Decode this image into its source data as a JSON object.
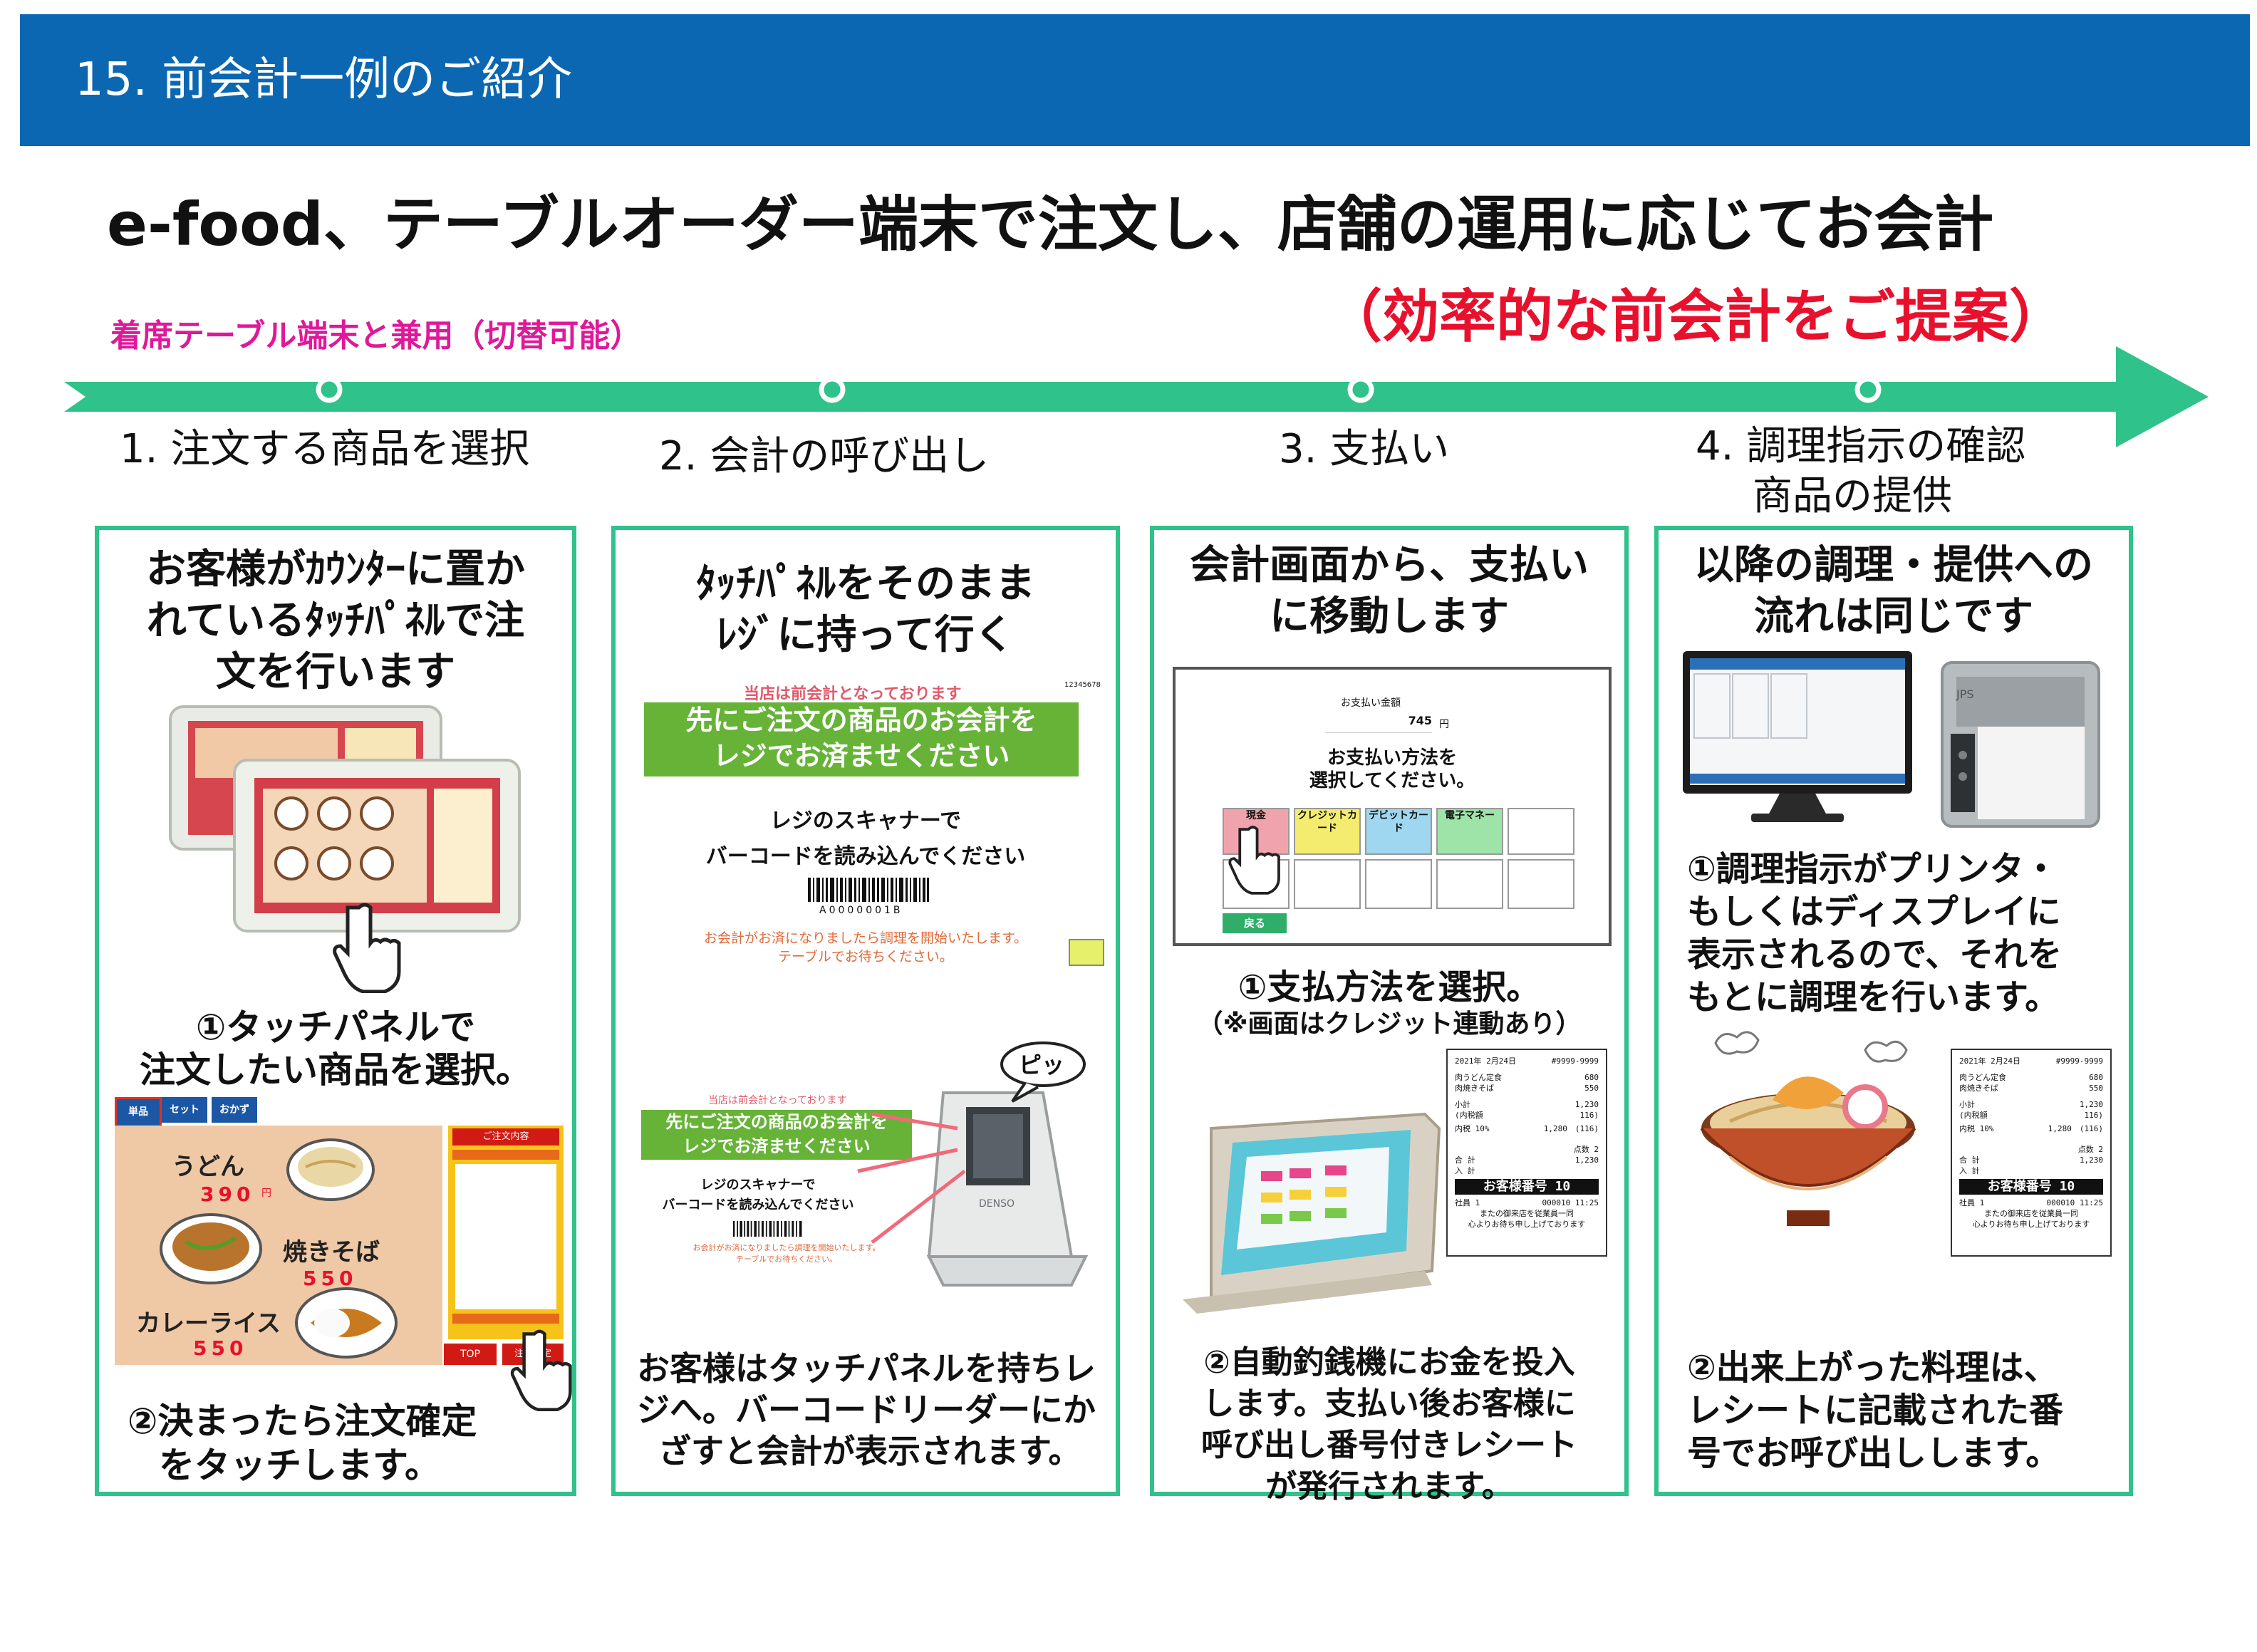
{
  "header": {
    "title": "15. 前会計一例のご紹介"
  },
  "main_title": "e-food、テーブルオーダー端末で注文し、店舗の運用に応じてお会計",
  "subtitle": "（効率的な前会計をご提案）",
  "shared_note": "着席テーブル端末と兼用（切替可能）",
  "steps": [
    {
      "label": "1. 注文する商品を選択"
    },
    {
      "label": "2. 会計の呼び出し"
    },
    {
      "label": "3. 支払い"
    },
    {
      "label": "4. 調理指示の確認",
      "label2": "商品の提供"
    }
  ],
  "card1": {
    "heading": [
      "お客様がｶｳﾝﾀｰに置か",
      "れているﾀｯﾁﾊﾟﾈﾙで注",
      "文を行います"
    ],
    "caption1": [
      "①タッチパネルで",
      "注文したい商品を選択。"
    ],
    "caption2": [
      "②決まったら注文確定",
      "をタッチします。"
    ],
    "menu": {
      "tabs": [
        "単品",
        "セット",
        "おかず"
      ],
      "items": [
        {
          "name": "うどん",
          "price": "390"
        },
        {
          "name": "焼きそば",
          "price": "550"
        },
        {
          "name": "カレーライス",
          "price": "550"
        }
      ],
      "order_header": "ご注文内容",
      "buttons": [
        "TOP",
        "注文確定"
      ],
      "price_unit": "円"
    }
  },
  "card2": {
    "heading": [
      "ﾀｯﾁﾊﾟﾈﾙをそのまま",
      "ﾚｼﾞに持って行く"
    ],
    "notice": "当店は前会計となっております",
    "corner": "12345678",
    "banner": [
      "先にご注文の商品のお会計を",
      "レジでお済ませください"
    ],
    "scan_text": [
      "レジのスキャナーで",
      "バーコードを読み込んでください"
    ],
    "barcode_num": "A0000001B",
    "small_text": [
      "お会計がお済になりましたら調理を開始いたします。",
      "テーブルでお待ちください。"
    ],
    "pip": "ピッ",
    "scanner_brand": "DENSO",
    "caption": [
      "お客様はタッチパネルを持ちレ",
      "ジへ。バーコードリーダーにか",
      "ざすと会計が表示されます。"
    ]
  },
  "card3": {
    "heading": [
      "会計画面から、支払い",
      "に移動します"
    ],
    "screen": {
      "amount_label": "お支払い金額",
      "amount": "745",
      "yen": "円",
      "prompt": [
        "お支払い方法を",
        "選択してください。"
      ],
      "methods": [
        "現金",
        "クレジットカード",
        "デビットカード",
        "電子マネー"
      ],
      "back": "戻る"
    },
    "caption1": "①支払方法を選択。",
    "caption1_note": "（※画面はクレジット連動あり）",
    "caption2": [
      "②自動釣銭機にお金を投入",
      "します。支払い後お客様に",
      "呼び出し番号付きレシート",
      "が発行されます。"
    ]
  },
  "card4": {
    "heading": [
      "以降の調理・提供への",
      "流れは同じです"
    ],
    "printer_brand": "JPS",
    "caption1": [
      "①調理指示がプリンタ・",
      "もしくはディスプレイに",
      "表示されるので、それを",
      "もとに調理を行います。"
    ],
    "caption2": [
      "②出来上がった料理は、",
      "レシートに記載された番",
      "号でお呼び出しします。"
    ]
  },
  "receipt": {
    "date": "2021年 2月24日",
    "no": "#9999-9999",
    "items": [
      {
        "name": "肉うどん定食",
        "price": "680"
      },
      {
        "name": "肉焼きそば",
        "price": "550"
      }
    ],
    "subtotal_label": "小計",
    "subtotal": "1,230",
    "tax_in_label": "(内税額",
    "tax_in": "116)",
    "tax_label": "内税 10%",
    "tax_value": "1,280　(116)",
    "count_label": "点数",
    "count": "2",
    "total_label": "合 計",
    "total": "1,230",
    "deposit_label": "入 計",
    "call_number": "お客様番号 10",
    "staff": "社員 1",
    "ref": "000010 11:25",
    "footer": [
      "またの御来店を従業員一同",
      "心よりお待ち申し上げております"
    ]
  },
  "colors": {
    "header_blue": "#0b67b2",
    "accent_green": "#2fc28a",
    "subtitle_red": "#e8112d",
    "note_pink": "#e0189a"
  }
}
